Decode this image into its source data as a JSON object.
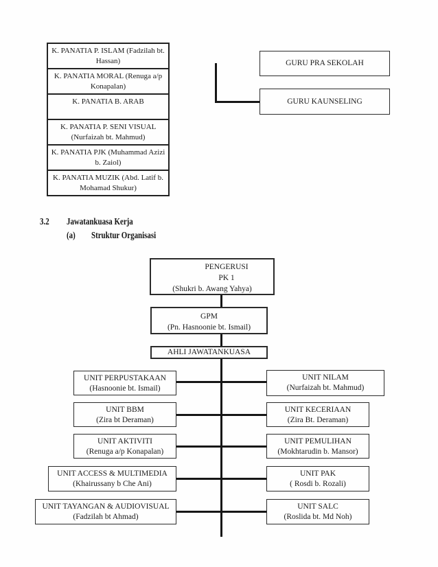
{
  "colors": {
    "ink": "#1a1a1a",
    "background": "#fefefe"
  },
  "panatia_stack": {
    "items": [
      {
        "title": "K. PANATIA P. ISLAM",
        "name": "(Fadzilah bt. Hassan)"
      },
      {
        "title": "K. PANATIA MORAL",
        "name": "(Renuga a/p Konapalan)"
      },
      {
        "title": "K. PANATIA B. ARAB",
        "name": ""
      },
      {
        "title": "K. PANATIA P. SENI VISUAL",
        "name": "(Nurfaizah bt. Mahmud)"
      },
      {
        "title": "K. PANATIA PJK",
        "name": "(Muhammad Azizi b. Zaiol)"
      },
      {
        "title": "K. PANATIA MUZIK",
        "name": "(Abd. Latif b. Mohamad Shukur)"
      }
    ]
  },
  "guru_boxes": {
    "pra_sekolah": "GURU PRA SEKOLAH",
    "kaunseling": "GURU KAUNSELING"
  },
  "section": {
    "number": "3.2",
    "title": "Jawatankuasa Kerja",
    "sub_label": "(a)",
    "sub_title": "Struktur Organisasi"
  },
  "org_chart": {
    "pengerusi": {
      "title": "PENGERUSI",
      "subtitle": "PK 1",
      "name": "(Shukri b. Awang Yahya)"
    },
    "gpm": {
      "title": "GPM",
      "name": "(Pn. Hasnoonie bt. Ismail)"
    },
    "ahli": {
      "title": "AHLI JAWATANKUASA"
    },
    "left_units": [
      {
        "title": "UNIT PERPUSTAKAAN",
        "name": "(Hasnoonie bt. Ismail)"
      },
      {
        "title": "UNIT BBM",
        "name": "(Zira bt Deraman)"
      },
      {
        "title": "UNIT AKTIVITI",
        "name": "(Renuga a/p Konapalan)"
      },
      {
        "title": "UNIT ACCESS & MULTIMEDIA",
        "name": "(Khairussany b Che Ani)"
      },
      {
        "title": "UNIT TAYANGAN & AUDIOVISUAL",
        "name": "(Fadzilah bt Ahmad)"
      }
    ],
    "right_units": [
      {
        "title": "UNIT NILAM",
        "name": "(Nurfaizah bt. Mahmud)"
      },
      {
        "title": "UNIT KECERIAAN",
        "name": "(Zira Bt. Deraman)"
      },
      {
        "title": "UNIT PEMULIHAN",
        "name": "(Mokhtarudin b. Mansor)"
      },
      {
        "title": "UNIT PAK",
        "name": "( Rosdi b. Rozali)"
      },
      {
        "title": "UNIT SALC",
        "name": "(Roslida bt. Md Noh)"
      }
    ]
  }
}
